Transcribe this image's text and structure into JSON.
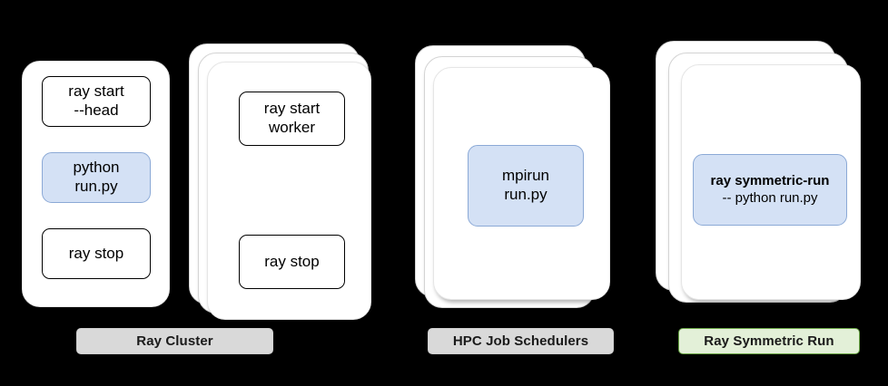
{
  "diagram": {
    "background_color": "#000000",
    "groups": [
      {
        "id": "ray-cluster",
        "label": "Ray Cluster",
        "label_style": "grey",
        "label_bg": "#d9d9d9",
        "nodes": [
          {
            "id": "head-node",
            "stack_count": 1,
            "boxes": [
              {
                "id": "ray-start-head",
                "line1": "ray start",
                "line2": "--head",
                "highlight": false
              },
              {
                "id": "python-run-py",
                "line1": "python",
                "line2": "run.py",
                "highlight": true
              },
              {
                "id": "ray-stop-head",
                "line1": "ray stop",
                "line2": "",
                "highlight": false
              }
            ]
          },
          {
            "id": "worker-nodes",
            "stack_count": 3,
            "boxes": [
              {
                "id": "ray-start-worker",
                "line1": "ray start",
                "line2": "worker",
                "highlight": false
              },
              {
                "id": "ray-stop-worker",
                "line1": "ray stop",
                "line2": "",
                "highlight": false
              }
            ]
          }
        ]
      },
      {
        "id": "hpc-job-schedulers",
        "label": "HPC Job Schedulers",
        "label_style": "grey",
        "label_bg": "#d9d9d9",
        "nodes": [
          {
            "id": "hpc-nodes",
            "stack_count": 3,
            "boxes": [
              {
                "id": "mpirun-run-py",
                "line1": "mpirun",
                "line2": "run.py",
                "highlight": true
              }
            ]
          }
        ]
      },
      {
        "id": "ray-symmetric-run",
        "label": "Ray Symmetric Run",
        "label_style": "green",
        "label_bg": "#e3f0d8",
        "label_border": "#68a544",
        "nodes": [
          {
            "id": "symmetric-nodes",
            "stack_count": 3,
            "boxes": [
              {
                "id": "ray-symmetric-run-cmd",
                "line1": "ray symmetric-run",
                "line2": "-- python run.py",
                "highlight": true,
                "strong_first_line": true
              }
            ]
          }
        ]
      }
    ],
    "colors": {
      "highlight_fill": "#d4e1f5",
      "highlight_border": "#8ba9d6",
      "card_fill": "#ffffff",
      "card_border": "#d4d4d4",
      "label_grey": "#d9d9d9",
      "label_green_fill": "#e3f0d8",
      "label_green_border": "#68a544",
      "text": "#000000"
    }
  }
}
